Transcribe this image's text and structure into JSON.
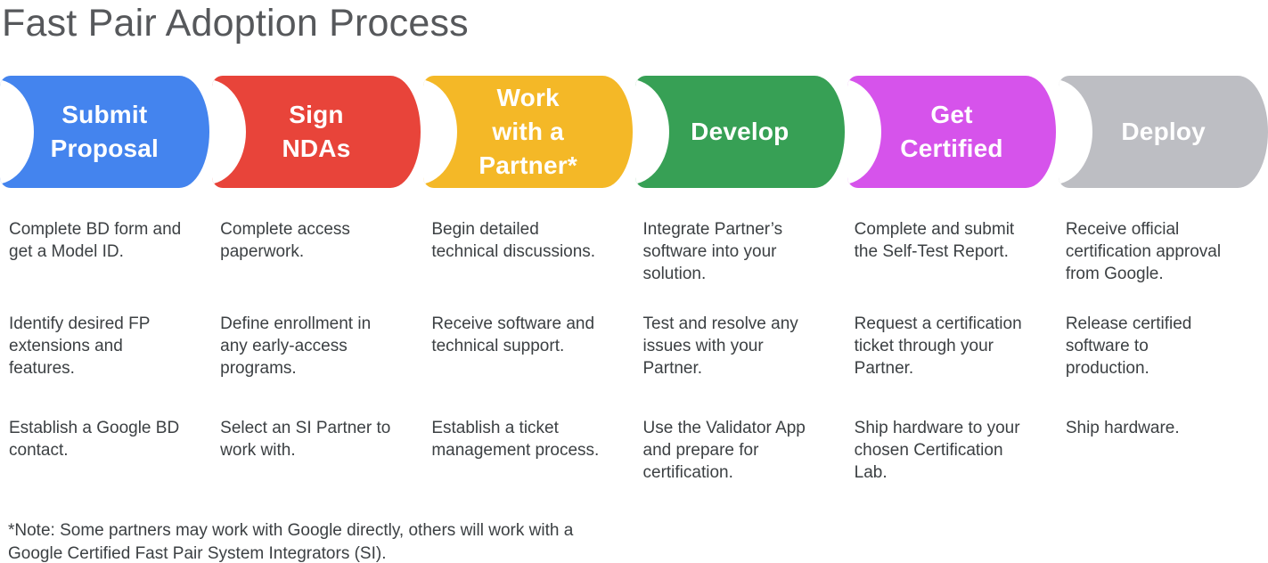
{
  "title": "Fast Pair Adoption Process",
  "stages": [
    {
      "id": "submit-proposal",
      "label": "Submit\nProposal",
      "color": "#4484EE",
      "steps": [
        "Complete BD form and\nget a Model ID.",
        "Identify desired FP\nextensions and\nfeatures.",
        "Establish a Google BD\ncontact."
      ]
    },
    {
      "id": "sign-ndas",
      "label": "Sign\nNDAs",
      "color": "#E8443A",
      "steps": [
        "Complete access\npaperwork.",
        "Define enrollment in\nany early-access\nprograms.",
        "Select an SI Partner to\nwork with."
      ]
    },
    {
      "id": "work-with-partner",
      "label": "Work\nwith a\nPartner*",
      "color": "#F4B827",
      "steps": [
        "Begin detailed\ntechnical discussions.",
        "Receive software and\ntechnical support.",
        "Establish a ticket\nmanagement process."
      ]
    },
    {
      "id": "develop",
      "label": "Develop",
      "color": "#37A055",
      "steps": [
        "Integrate Partner’s\nsoftware into your\nsolution.",
        "Test and resolve any\nissues with your\nPartner.",
        "Use the Validator App\nand prepare for\ncertification."
      ]
    },
    {
      "id": "get-certified",
      "label": "Get\nCertified",
      "color": "#D653EB",
      "steps": [
        "Complete and submit\nthe Self-Test Report.",
        "Request a certification\nticket through your\nPartner.",
        "Ship hardware to your\nchosen Certification\nLab."
      ]
    },
    {
      "id": "deploy",
      "label": "Deploy",
      "color": "#BDBEC3",
      "steps": [
        "Receive official\ncertification approval\nfrom Google.",
        "Release certified\nsoftware to\nproduction.",
        "Ship hardware."
      ]
    }
  ],
  "note": "*Note: Some partners may work with Google directly, others will work with a\nGoogle Certified Fast Pair System Integrators (SI)."
}
